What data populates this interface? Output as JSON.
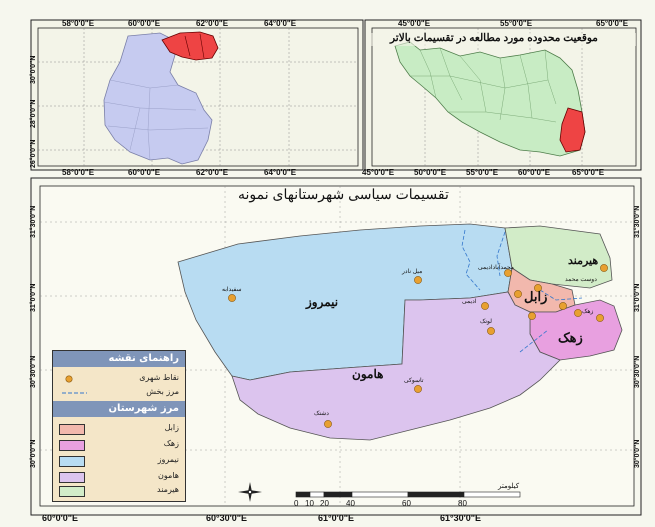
{
  "inset_left": {
    "top_ticks": [
      "58°0'0\"E",
      "60°0'0\"E",
      "62°0'0\"E",
      "64°0'0\"E"
    ],
    "bottom_ticks": [
      "58°0'0\"E",
      "60°0'0\"E",
      "62°0'0\"E",
      "64°0'0\"E"
    ],
    "left_ticks": [
      "30°0'0\"N",
      "28°0'0\"N",
      "26°0'0\"N"
    ]
  },
  "inset_right": {
    "title": "موقعیت محدوده مورد مطالعه در تقسیمات بالاتر",
    "top_ticks": [
      "45°0'0\"E",
      "55°0'0\"E",
      "65°0'0\"E"
    ],
    "bottom_ticks": [
      "45°0'0\"E",
      "50°0'0\"E",
      "55°0'0\"E",
      "60°0'0\"E",
      "65°0'0\"E"
    ]
  },
  "main_map": {
    "title": "تقسیمات سیاسی شهرستانهای نمونه",
    "left_ticks": [
      "31°30'0\"N",
      "31°0'0\"N",
      "30°30'0\"N",
      "30°0'0\"N"
    ],
    "right_ticks": [
      "31°30'0\"N",
      "31°0'0\"N",
      "30°30'0\"N",
      "30°0'0\"N"
    ],
    "bottom_ticks": [
      "60°0'0\"E",
      "60°30'0\"E",
      "61°0'0\"E",
      "61°30'0\"E"
    ],
    "counties": {
      "hirmand": "هیرمند",
      "zabol": "زابل",
      "nimruz": "نیمروز",
      "zahak": "زهک",
      "hamun": "هامون"
    },
    "cities": {
      "mil_nader": "میل نادر",
      "sefidabeh": "سفیدابه",
      "mohammadabad": "محمدآبادادیمی",
      "dust_mohammad": "دوست محمد",
      "zahak_town": "زهک",
      "adimi": "ادیمی",
      "lutak": "لوتک",
      "tasuki": "تاسوکی",
      "dashtak": "دشتک"
    },
    "scale": {
      "unit": "کیلومتر",
      "ticks": [
        "0",
        "10",
        "20",
        "40",
        "60",
        "80"
      ]
    }
  },
  "legend": {
    "title": "راهنمای نقشه",
    "point_label": "نقاط شهری",
    "line_label": "مرز بخش",
    "group_title": "مرز شهرستان",
    "items": [
      {
        "label": "زابل",
        "color": "#f2b8ad"
      },
      {
        "label": "زهک",
        "color": "#e8a0e0"
      },
      {
        "label": "نیمروز",
        "color": "#b8dcf2"
      },
      {
        "label": "هامون",
        "color": "#dcc4ee"
      },
      {
        "label": "هیرمند",
        "color": "#d2ecc8"
      }
    ]
  },
  "colors": {
    "zabol": "#f2b8ad",
    "zahak": "#e8a0e0",
    "nimruz": "#b8dcf2",
    "hamun": "#dcc4ee",
    "hirmand": "#d2ecc8",
    "city_point": "#e8a030",
    "province": "#c6cbf0",
    "study_area": "#ee4444"
  }
}
